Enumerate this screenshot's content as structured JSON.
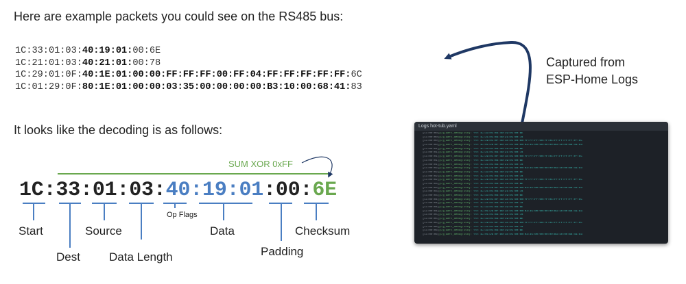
{
  "intro_text": "Here are example packets you could see on the RS485 bus:",
  "packets": [
    {
      "plain": "1C:33:01:03:",
      "bold": "40:19:01:",
      "pad": "00:",
      "chk": "6E"
    },
    {
      "plain": "1C:21:01:03:",
      "bold": "40:21:01:",
      "pad": "00:",
      "chk": "78"
    },
    {
      "plain": "1C:29:01:0F:",
      "bold": "40:1E:01:00:00:FF:FF:FF:00:FF:04:FF:FF:FF:FF:FF:",
      "pad": "",
      "chk": "6C"
    },
    {
      "plain": "1C:01:29:0F:",
      "bold": "80:1E:01:00:00:03:35:00:00:00:00:B3:10:00:68:41:",
      "pad": "",
      "chk": "83"
    }
  ],
  "decoding_text": "It looks like the decoding is as follows:",
  "captured_text": [
    "Captured from",
    "ESP-Home Logs"
  ],
  "breakdown": {
    "head": "1C:33:01:03:",
    "data": "40:19:01",
    "colon1": ":",
    "padding": "00",
    "colon2": ":",
    "checksum": "6E",
    "sum_label": "SUM XOR 0xFF"
  },
  "labels": {
    "start": "Start",
    "dest": "Dest",
    "source": "Source",
    "data_length": "Data Length",
    "op_flags": "Op Flags",
    "data": "Data",
    "padding": "Padding",
    "checksum": "Checksum"
  },
  "colors": {
    "data_blue": "#4a7ec2",
    "checksum_green": "#6aa84f",
    "arrow_navy": "#1f3864",
    "log_cyan": "#39c3b9"
  },
  "log_window": {
    "title": "Logs hot-tub.yaml",
    "lines": [
      "[11:00:00][D][uart_debug:158]: <<< 1C:33:01:03:40:19:01:00:6E",
      "[11:00:00][D][uart_debug:158]: <<< 1C:21:01:03:40:21:01:00:78",
      "[11:00:00][D][uart_debug:158]: <<< 1C:29:01:0F:40:1E:01:00:00:FF:FF:FF:00:FF:04:FF:FF:FF:FF:FF:6C",
      "[11:00:00][D][uart_debug:158]: <<< 1C:01:29:0F:80:1E:01:00:00:03:35:00:00:00:00:B3:10:00:68:41:83",
      "[11:00:01][D][uart_debug:158]: <<< 1C:33:01:03:40:19:01:00:6E",
      "[11:00:01][D][uart_debug:158]: <<< 1C:21:01:03:40:21:01:00:78",
      "[11:00:01][D][uart_debug:158]: <<< 1C:29:01:0F:40:1E:01:00:00:FF:FF:FF:00:FF:04:FF:FF:FF:FF:FF:6C",
      "[11:00:01][D][uart_debug:158]: <<< 1C:33:01:03:40:19:01:00:6E",
      "[11:00:01][D][uart_debug:158]: <<< 1C:21:01:03:40:21:01:00:78",
      "[11:00:02][D][uart_debug:158]: <<< 1C:01:29:0F:80:1E:01:00:00:03:35:00:00:00:00:B3:10:00:68:41:83",
      "[11:00:02][D][uart_debug:158]: <<< 1C:33:01:03:40:19:01:00:6E",
      "[11:00:02][D][uart_debug:158]: <<< 1C:21:01:03:40:21:01:00:78",
      "[11:00:02][D][uart_debug:158]: <<< 1C:29:01:0F:40:1E:01:00:00:FF:FF:FF:00:FF:04:FF:FF:FF:FF:FF:6C",
      "[11:00:03][D][uart_debug:158]: <<< 1C:33:01:03:40:19:01:00:6E",
      "[11:00:03][D][uart_debug:158]: <<< 1C:01:29:0F:80:1E:01:00:00:03:35:00:00:00:00:B3:10:00:68:41:83",
      "[11:00:03][D][uart_debug:158]: <<< 1C:21:01:03:40:21:01:00:78",
      "[11:00:03][D][uart_debug:158]: <<< 1C:33:01:03:40:19:01:00:6E",
      "[11:00:04][D][uart_debug:158]: <<< 1C:29:01:0F:40:1E:01:00:00:FF:FF:FF:00:FF:04:FF:FF:FF:FF:FF:6C",
      "[11:00:04][D][uart_debug:158]: <<< 1C:21:01:03:40:21:01:00:78",
      "[11:00:04][D][uart_debug:158]: <<< 1C:33:01:03:40:19:01:00:6E",
      "[11:00:04][D][uart_debug:158]: <<< 1C:01:29:0F:80:1E:01:00:00:03:35:00:00:00:00:B3:10:00:68:41:83",
      "[11:00:05][D][uart_debug:158]: <<< 1C:21:01:03:40:21:01:00:78",
      "[11:00:05][D][uart_debug:158]: <<< 1C:33:01:03:40:19:01:00:6E",
      "[11:00:05][D][uart_debug:158]: <<< 1C:29:01:0F:40:1E:01:00:00:FF:FF:FF:00:FF:04:FF:FF:FF:FF:FF:6C",
      "[11:00:06][D][uart_debug:158]: <<< 1C:21:01:03:40:21:01:00:78",
      "[11:00:06][D][uart_debug:158]: <<< 1C:33:01:03:40:19:01:00:6E",
      "[11:00:06][D][uart_debug:158]: <<< 1C:01:29:0F:80:1E:01:00:00:03:35:00:00:00:00:B3:10:00:68:41:83"
    ]
  }
}
